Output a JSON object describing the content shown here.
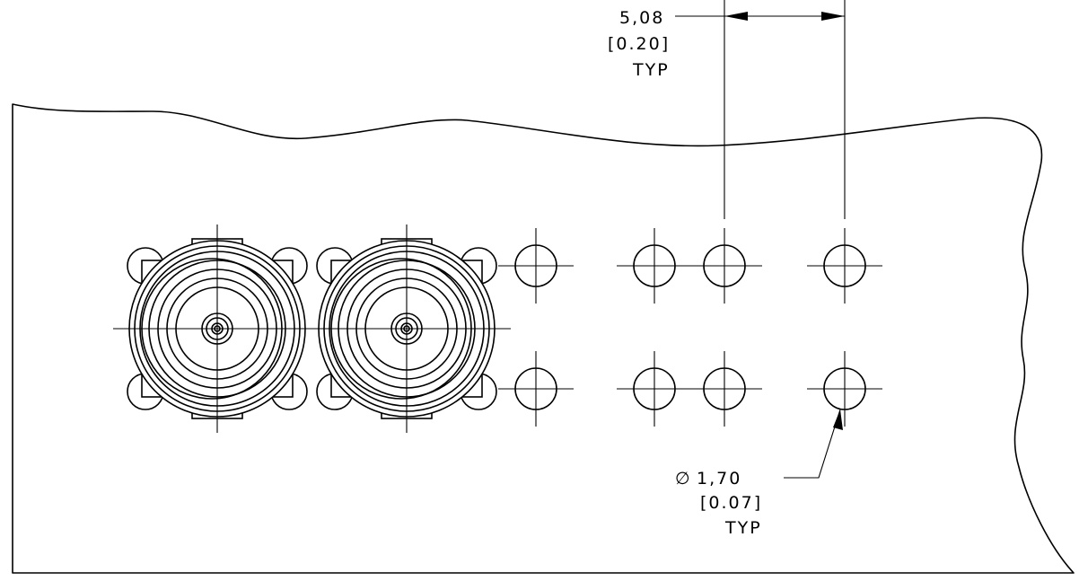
{
  "spacing_dimension": {
    "metric": "5,08",
    "imperial": "[0.20]",
    "note": "TYP"
  },
  "hole_dimension": {
    "symbol": "∅",
    "metric": "1,70",
    "imperial": "[0.07]",
    "note": "TYP"
  },
  "colors": {
    "line": "#000000",
    "background": "#ffffff"
  },
  "connectors": {
    "count": 2
  },
  "holes": {
    "rows": 2,
    "columns": 4
  }
}
